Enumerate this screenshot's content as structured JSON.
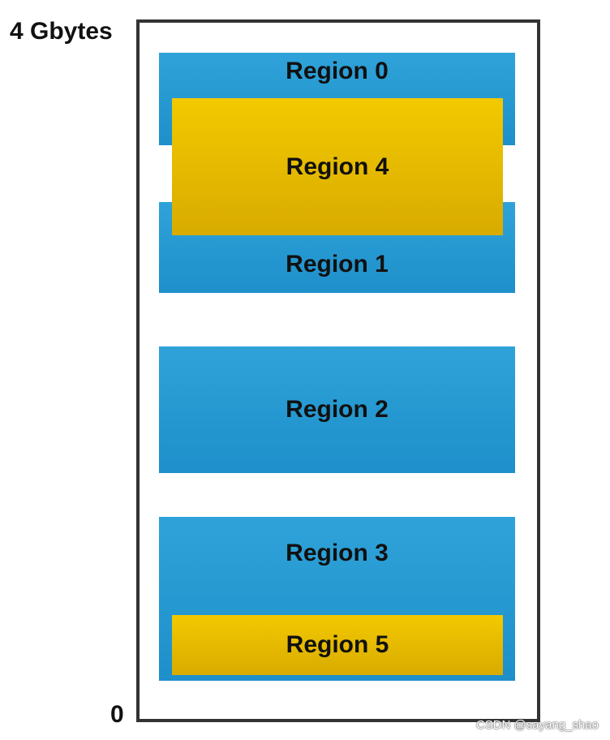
{
  "axis": {
    "top_label": "4 Gbytes",
    "bottom_label": "0"
  },
  "regions": [
    {
      "label": "Region 0"
    },
    {
      "label": "Region 1"
    },
    {
      "label": "Region 2"
    },
    {
      "label": "Region 3"
    },
    {
      "label": "Region 4"
    },
    {
      "label": "Region 5"
    }
  ],
  "colors": {
    "background_region": "#2fa3d9",
    "overlay_region": "#f3c900",
    "border": "#333333"
  },
  "watermark": "CSDN @sayang_shao"
}
